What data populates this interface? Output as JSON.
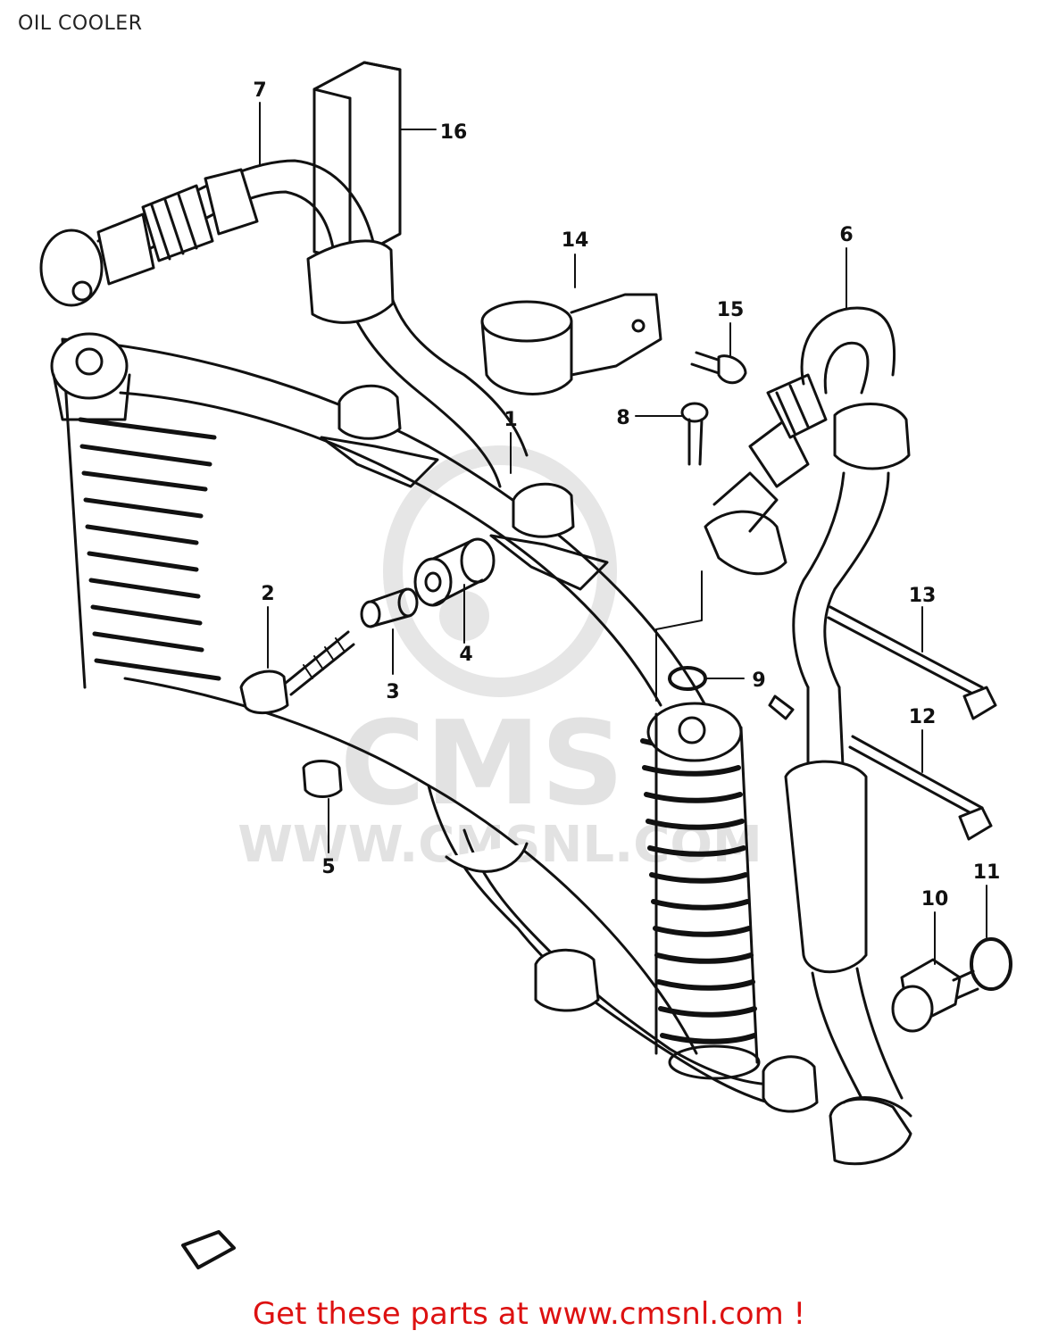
{
  "title": "OIL COOLER",
  "watermark": {
    "brand": "CMS",
    "url": "WWW.CMSNL.COM",
    "color": "#e6e6e6"
  },
  "callouts": [
    "1",
    "2",
    "3",
    "4",
    "5",
    "6",
    "7",
    "8",
    "9",
    "10",
    "11",
    "12",
    "13",
    "14",
    "15",
    "16"
  ],
  "footer": {
    "text": "Get these parts at www.cmsnl.com !",
    "color": "#dd1111"
  }
}
